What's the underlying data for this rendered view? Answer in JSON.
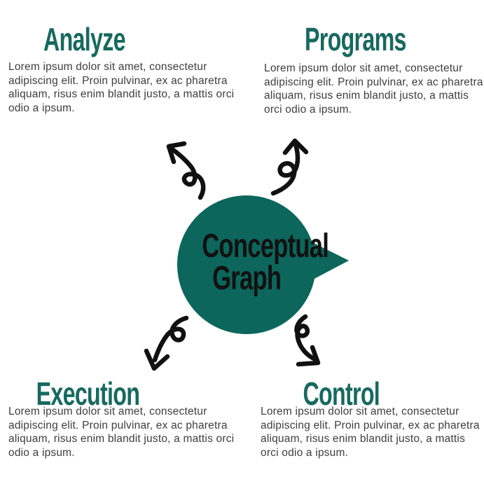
{
  "diagram": {
    "colors": {
      "bubble_fill": "#0C665C",
      "heading_accent": "#17695E",
      "body_text": "#3D3D3D",
      "arrow": "#111111",
      "background": "#FFFFFF"
    },
    "bubble": {
      "line1": "Conceptual",
      "line2": "Graph"
    },
    "sections": [
      {
        "id": "analyze",
        "label": "Analyze",
        "body": "Lorem ipsum dolor sit amet, consectetur adipiscing elit. Proin pulvinar, ex ac pharetra aliquam, risus enim blandit justo, a mattis orci odio a ipsum."
      },
      {
        "id": "programs",
        "label": "Programs",
        "body": "Lorem ipsum dolor sit amet, consectetur adipiscing elit. Proin pulvinar, ex ac pharetra aliquam, risus enim blandit justo, a mattis orci odio a ipsum."
      },
      {
        "id": "execution",
        "label": "Execution",
        "body": "Lorem ipsum dolor sit amet, consectetur adipiscing elit. Proin pulvinar, ex ac pharetra aliquam, risus enim blandit justo, a mattis orci odio a ipsum."
      },
      {
        "id": "control",
        "label": "Control",
        "body": "Lorem ipsum dolor sit amet, consectetur adipiscing elit. Proin pulvinar, ex ac pharetra aliquam, risus enim blandit justo, a mattis orci odio a ipsum."
      }
    ],
    "icons": {
      "top_left": "curly-arrow-up-left-icon",
      "top_right": "curly-arrow-up-right-icon",
      "bottom_left": "curly-arrow-down-left-icon",
      "bottom_right": "curly-arrow-down-right-icon"
    }
  }
}
